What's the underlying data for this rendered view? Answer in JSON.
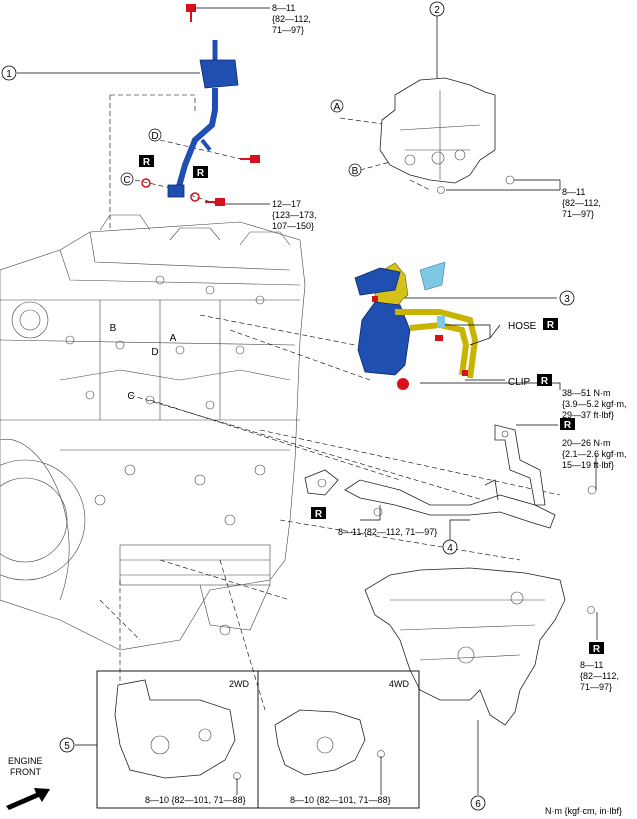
{
  "callouts": {
    "c1": "1",
    "c2": "2",
    "c3": "3",
    "c4": "4",
    "c5": "5",
    "c6": "6"
  },
  "letters": {
    "A": "A",
    "B": "B",
    "C": "C",
    "D": "D"
  },
  "r_badge": "R",
  "torques": {
    "t_top": [
      "8—11",
      "{82—112,",
      "71—97}"
    ],
    "t_mid": [
      "12—17",
      "{123—173,",
      "107—150}"
    ],
    "t_bracket2": [
      "8—11",
      "{82—112,",
      "71—97}"
    ],
    "t_38": [
      "38—51 N·m",
      "{3.9—5.2 kgf·m,",
      "29—37 ft·lbf}"
    ],
    "t_20": [
      "20—26 N·m",
      "{2.1—2.6 kgf·m,",
      "15—19 ft·lbf}"
    ],
    "t_pipe": "8—11 {82—112, 71—97}",
    "t_shield6": [
      "8—11",
      "{82—112,",
      "71—97}"
    ],
    "t_2wd": "8—10 {82—101, 71—88}",
    "t_4wd": "8—10 {82—101, 71—88}"
  },
  "labels": {
    "hose": "HOSE",
    "clip": "CLIP",
    "two_wd": "2WD",
    "four_wd": "4WD",
    "engine_front": [
      "ENGINE",
      "FRONT"
    ],
    "units": "N·m {kgf·cm, in·lbf}"
  },
  "colors": {
    "blue_part": "#1f4fb0",
    "yellow_hose": "#c8b400",
    "red_bolt": "#d8101c",
    "cyan_clip": "#7ec8e6"
  }
}
